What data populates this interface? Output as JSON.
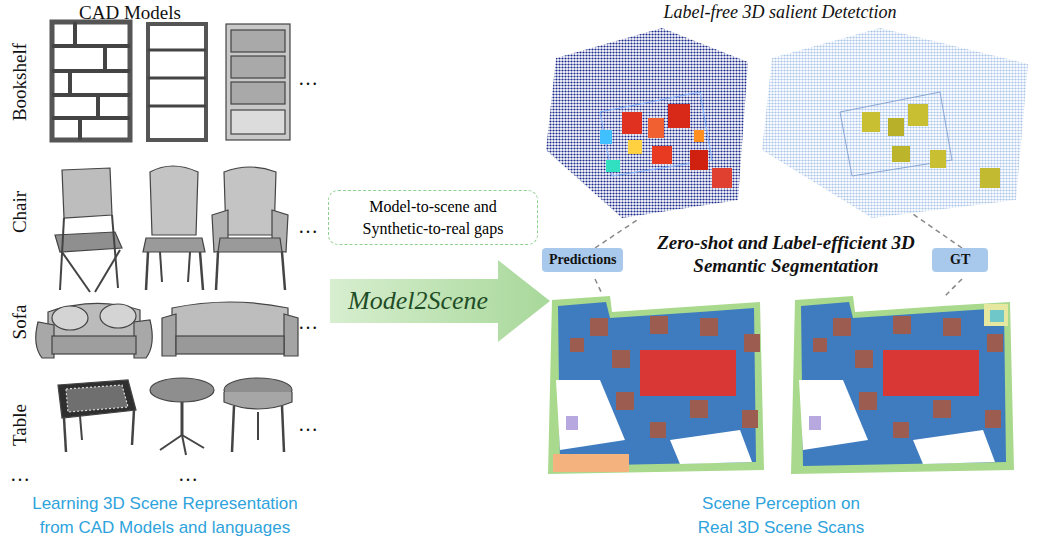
{
  "diagram": {
    "nodes": [
      {
        "text": [
          "Model-to-scene and Synthetic-to-real gaps"
        ]
      },
      {
        "text": [
          "Model2Scene"
        ]
      },
      {
        "text": [
          "Predictions"
        ]
      },
      {
        "text": [
          "GT"
        ]
      }
    ],
    "labels": [
      "CAD Models",
      "Bookshelf",
      "Chair",
      "Sofa",
      "Table",
      "…",
      "…",
      "…",
      "…",
      "…",
      "…",
      "Learning 3D Scene Representation from CAD Models and languages",
      "Label-free 3D salient Detetction",
      "Zero-shot and Label-efficient 3D Semantic Segmentation",
      "Scene Perception on Real 3D Scene Scans"
    ]
  }
}
